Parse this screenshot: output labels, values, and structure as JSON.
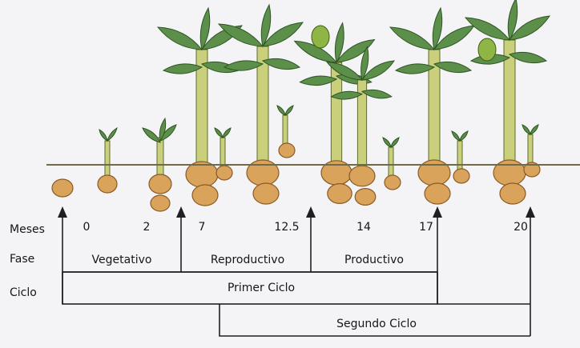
{
  "row_labels": {
    "months": "Meses",
    "phase": "Fase",
    "cycle": "Ciclo"
  },
  "months": [
    "0",
    "2",
    "7",
    "12.5",
    "14",
    "17",
    "20"
  ],
  "phases": [
    "Vegetativo",
    "Reproductivo",
    "Productivo"
  ],
  "cycles": [
    "Primer Ciclo",
    "Segundo Ciclo"
  ],
  "colors": {
    "ink": "#1f1f1f",
    "corm": "#d9a35c",
    "stem": "#c9cf7a",
    "leaf": "#5b8f4a",
    "ground": "#6f6a48"
  }
}
